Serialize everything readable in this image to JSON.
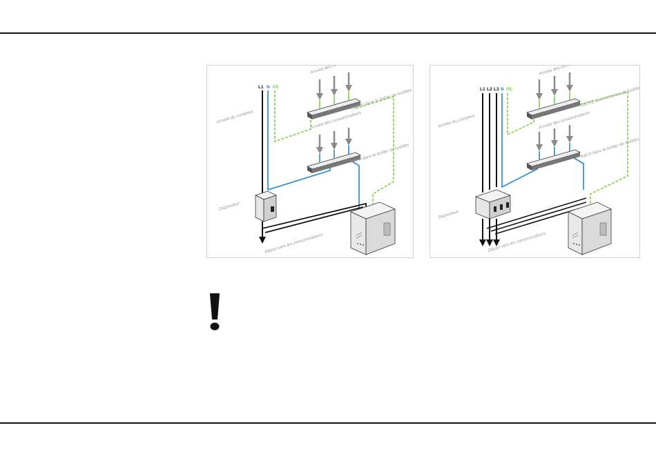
{
  "diagram_single": {
    "wire_labels": {
      "l1": "L1",
      "n": "N",
      "pe": "PE"
    },
    "meter_feed": "Arrivée du compteur",
    "consumers_feed_top": "Arrivée des consommateurs",
    "pe_rail": "Rail PE dans le boîtier de fusibles",
    "consumers_feed_mid": "Arrivée des consommateurs",
    "n_rail": "Rail N dans le boîtier de fusibles",
    "breaker": "Disjoncteur",
    "outgoing": "Départ vers les consommateurs"
  },
  "diagram_three": {
    "wire_labels": {
      "l1": "L1",
      "l2": "L2",
      "l3": "L3",
      "n": "N",
      "pe": "PE"
    },
    "meter_feed": "Arrivée du compteur",
    "consumers_feed_top": "Arrivée des consommateurs",
    "pe_rail": "Rail PE dans le boîtier de fusibles",
    "consumers_feed_mid": "Arrivée des consommateurs",
    "n_rail": "Rail N dans le boîtier de fusibles",
    "breaker": "Disjoncteur",
    "outgoing": "Départ vers les consommateurs"
  },
  "colors": {
    "phase": "#111111",
    "neutral": "#1e88d4",
    "earth": "#7cd13b",
    "arrow": "#8a8a8a"
  },
  "warning": {
    "icon": "exclamation-icon"
  }
}
